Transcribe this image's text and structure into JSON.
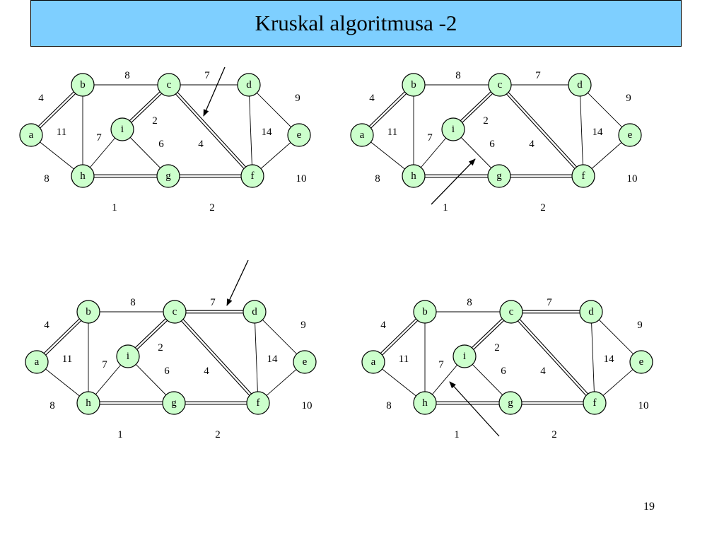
{
  "title": "Kruskal algoritmusa -2",
  "slide_number": "19",
  "accent_colors": {
    "title_bg": "#7ecfff",
    "node_fill": "#ccffcc"
  },
  "nodes": [
    "a",
    "b",
    "c",
    "d",
    "e",
    "f",
    "g",
    "h",
    "i"
  ],
  "edges": [
    {
      "u": "a",
      "v": "b",
      "w": "4"
    },
    {
      "u": "b",
      "v": "c",
      "w": "8"
    },
    {
      "u": "c",
      "v": "d",
      "w": "7"
    },
    {
      "u": "d",
      "v": "e",
      "w": "9"
    },
    {
      "u": "a",
      "v": "h",
      "w": "8"
    },
    {
      "u": "b",
      "v": "h",
      "w": "11"
    },
    {
      "u": "c",
      "v": "i",
      "w": "2"
    },
    {
      "u": "h",
      "v": "i",
      "w": "7"
    },
    {
      "u": "i",
      "v": "g",
      "w": "6"
    },
    {
      "u": "c",
      "v": "f",
      "w": "4"
    },
    {
      "u": "d",
      "v": "f",
      "w": "14"
    },
    {
      "u": "e",
      "v": "f",
      "w": "10"
    },
    {
      "u": "h",
      "v": "g",
      "w": "1"
    },
    {
      "u": "g",
      "v": "f",
      "w": "2"
    }
  ],
  "panels": [
    {
      "id": "top-left",
      "selected": [
        "a-b",
        "c-i",
        "c-f",
        "h-g",
        "g-f"
      ],
      "highlighted_edge": "c-f"
    },
    {
      "id": "top-right",
      "selected": [
        "a-b",
        "c-i",
        "c-f",
        "h-g",
        "g-f"
      ],
      "highlighted_edge": "i-g"
    },
    {
      "id": "bottom-left",
      "selected": [
        "a-b",
        "c-i",
        "c-f",
        "c-d",
        "h-g",
        "g-f"
      ],
      "highlighted_edge": "c-d"
    },
    {
      "id": "bottom-right",
      "selected": [
        "a-b",
        "c-i",
        "c-f",
        "c-d",
        "h-g",
        "g-f"
      ],
      "highlighted_edge": "h-i"
    }
  ]
}
